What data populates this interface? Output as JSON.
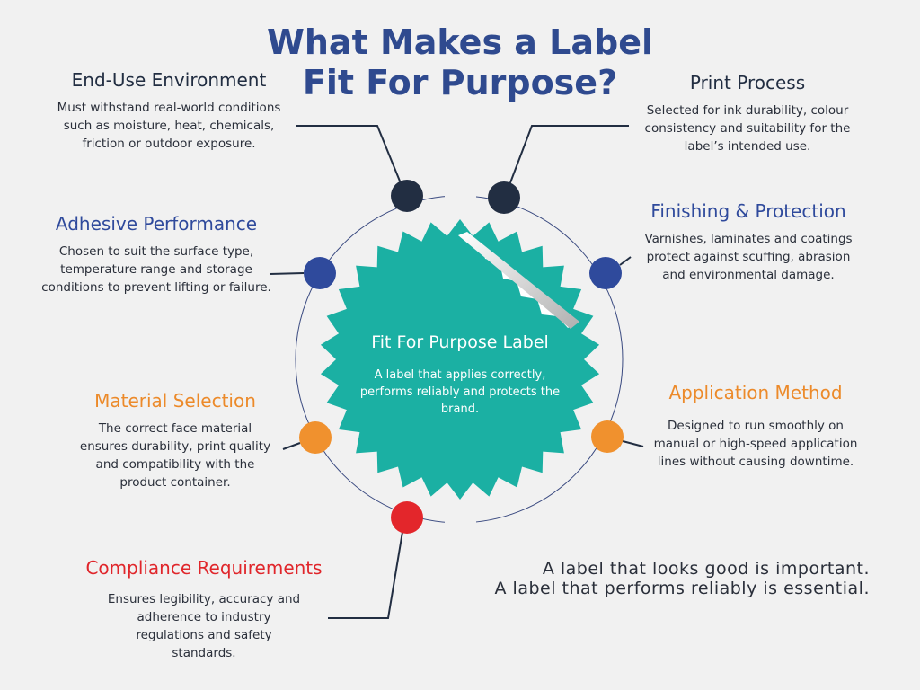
{
  "title": {
    "line1": "What Makes a Label",
    "line2": "Fit For Purpose?"
  },
  "center": {
    "title": "Fit For Purpose  Label",
    "body": "A label that applies correctly, performs reliably and protects the brand."
  },
  "colors": {
    "teal": "#1bb0a3",
    "dark": "#222e42",
    "blue": "#2f4a9c",
    "orange": "#f0912e",
    "red": "#e3262b"
  },
  "sections": {
    "end_use": {
      "heading": "End-Use Environment",
      "body": "Must withstand real-world conditions such as moisture, heat, chemicals, friction or outdoor exposure."
    },
    "print": {
      "heading": "Print Process",
      "body": "Selected for ink durability, colour consistency and suitability for the label’s intended use."
    },
    "adhesive": {
      "heading": "Adhesive Performance",
      "body": "Chosen to suit the surface type, temperature range and storage conditions to prevent lifting or failure."
    },
    "finishing": {
      "heading": "Finishing & Protection",
      "body": "Varnishes, laminates and coatings protect against scuffing, abrasion and environmental damage."
    },
    "material": {
      "heading": "Material Selection",
      "body": "The correct face material ensures durability, print quality and compatibility with the product container."
    },
    "application": {
      "heading": "Application Method",
      "body": "Designed to run smoothly on manual or high-speed application lines without causing downtime."
    },
    "compliance": {
      "heading": "Compliance Requirements",
      "body": "Ensures legibility, accuracy and adherence to industry regulations and safety standards."
    }
  },
  "tagline": {
    "line1": "A label that looks good is important.",
    "line2": "A label that performs reliably is essential."
  }
}
